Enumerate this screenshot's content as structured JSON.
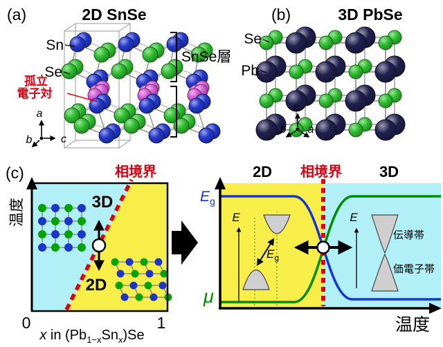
{
  "figure": {
    "panel_a": {
      "tag": "(a)",
      "title": "2D SnSe",
      "label_sn": "Sn",
      "label_se": "Se",
      "lone_pair_line1": "孤立",
      "lone_pair_line2": "電子対",
      "layer_label": "SnSe層",
      "axis_a": "a",
      "axis_b": "b",
      "axis_c": "c"
    },
    "panel_b": {
      "tag": "(b)",
      "title": "3D PbSe",
      "label_se": "Se",
      "label_pb": "Pb",
      "axis_a": "a",
      "axis_b": "b",
      "axis_c": "c"
    },
    "panel_c": {
      "tag": "(c)",
      "left": {
        "phase_boundary": "相境界",
        "y_axis": "温度",
        "region_3d": "3D",
        "region_2d": "2D",
        "tick_0": "0",
        "tick_1": "1",
        "xlabel_x": "x",
        "xlabel_in": " in (Pb",
        "xlabel_sub1": "1−x",
        "xlabel_sn": "Sn",
        "xlabel_sub2": "x",
        "xlabel_end": ")Se"
      },
      "right": {
        "region_2d": "2D",
        "phase_boundary": "相境界",
        "region_3d": "3D",
        "eg_main": "E",
        "eg_sub": "g",
        "mu": "μ",
        "x_axis": "温度",
        "band2d_e": "E",
        "band2d_eg_main": "E",
        "band2d_eg_sub": "g",
        "band3d_e": "E",
        "band3d_conduction": "伝導帯",
        "band3d_valence": "価電子帯"
      }
    },
    "colors": {
      "cyan_region": "#b2f0f8",
      "yellow_region": "#f8ee4a",
      "red_accent": "#dd0011",
      "blue_curve": "#1533dd",
      "green_curve": "#008b00",
      "sn_atom_blue": "#2438cc",
      "se_atom_green": "#2fbf2f",
      "pb_atom_navy": "#20204f",
      "lone_pair_pink": "#d65bd6",
      "lattice_green": "#00a300",
      "lattice_blue": "#1a35cc",
      "band_gray": "#cfcfcf"
    }
  }
}
